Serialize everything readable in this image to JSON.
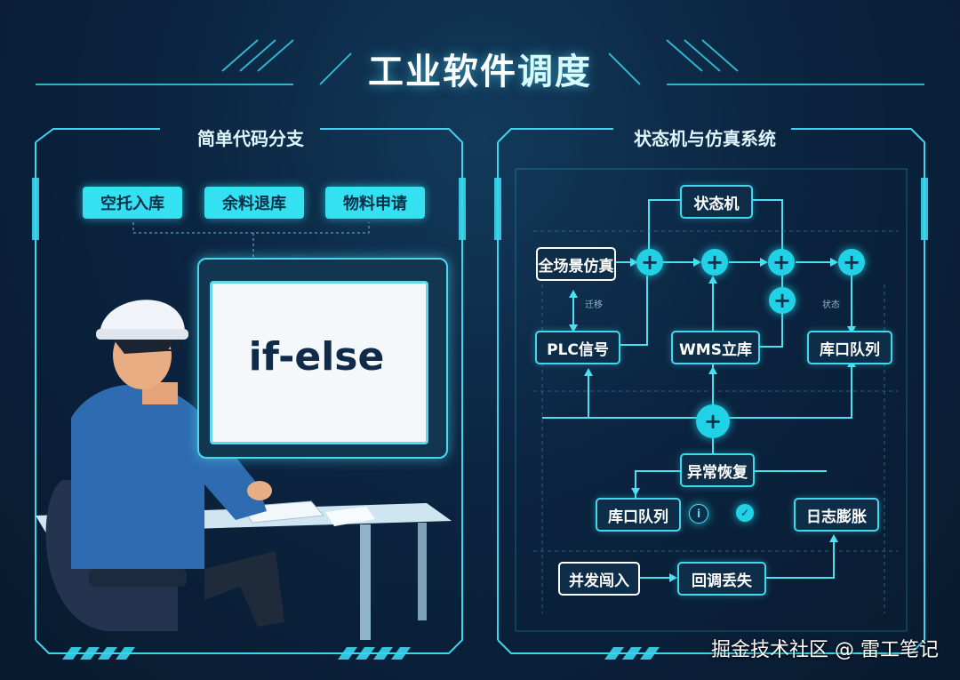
{
  "title_main": "工业软件",
  "title_accent": "调度",
  "left_panel": {
    "header": "简单代码分支",
    "branches": [
      "空托入库",
      "余料退库",
      "物料申请"
    ],
    "code_text": "if-else"
  },
  "right_panel": {
    "header": "状态机与仿真系统",
    "state_machine": "状态机",
    "full_sim": "全场景仿真",
    "plc": "PLC信号",
    "wms": "WMS立库",
    "queue_top": "库口队列",
    "anomaly": "异常恢复",
    "queue_bottom": "库口队列",
    "log": "日志膨胀",
    "concurrent": "并发闯入",
    "callback": "回调丢失",
    "edge_migrate": "迁移",
    "edge_state": "状态",
    "info_glyph": "i",
    "plus": "+"
  },
  "watermark": "掘金技术社区 @ 雷工笔记",
  "colors": {
    "accent": "#34e1f0",
    "bg": "#0a1e33"
  }
}
